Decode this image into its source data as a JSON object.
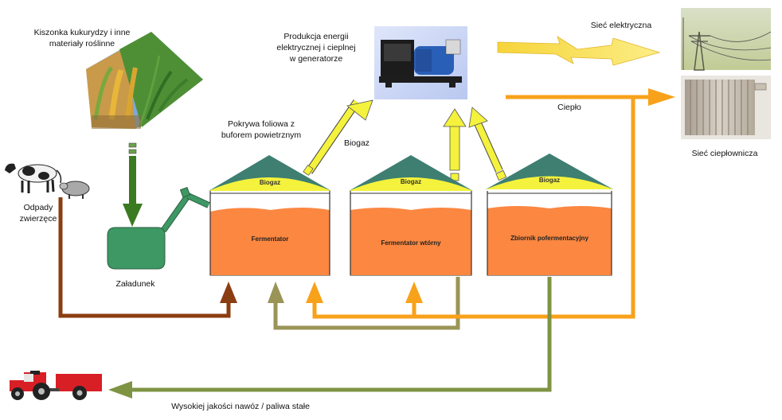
{
  "labels": {
    "silage_line1": "Kiszonka kukurydzy i inne",
    "silage_line2": "materiały roślinne",
    "manure_line1": "Odpady",
    "manure_line2": "zwierzęce",
    "loading": "Załadunek",
    "cover_line1": "Pokrywa foliowa z",
    "cover_line2": "buforem powietrznym",
    "biogas_pipe": "Biogaz",
    "generator_line1": "Produkcja energii",
    "generator_line2": "elektrycznej i cieplnej",
    "generator_line3": "w generatorze",
    "grid": "Sieć elektryczna",
    "heat": "Ciepło",
    "heat_network": "Sieć ciepłownicza",
    "fertilizer": "Wysokiej jakości nawóz / paliwa stałe"
  },
  "tanks": [
    {
      "name": "Fermentator",
      "dome": "Biogaz"
    },
    {
      "name": "Fermentator wtórny",
      "dome": "Biogaz"
    },
    {
      "name": "Zbiornik pofermentacyjny",
      "dome": "Biogaz"
    }
  ],
  "colors": {
    "digestate": "#fb8741",
    "dome": "#3e7f72",
    "biogas": "#f4f23c",
    "loader": "#3d9863",
    "manure_flow": "#8b3d12",
    "recirculation": "#9a9457",
    "heat_flow": "#f8a11b",
    "fertilizer_flow": "#7f9443",
    "silage_arrow": "#3a7a20"
  },
  "icons": {
    "silage": "corn-field-photo",
    "animals": "cow-and-pig",
    "generator": "generator-set",
    "grid": "power-lines",
    "radiator": "radiator",
    "tractor": "tractor-with-trailer",
    "lightning": "lightning-bolt"
  }
}
